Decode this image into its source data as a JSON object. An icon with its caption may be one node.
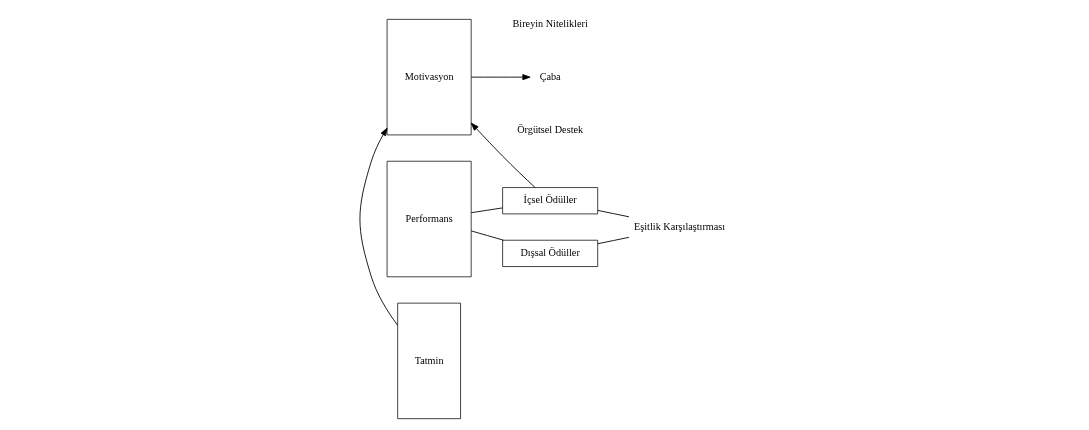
{
  "diagram": {
    "nodes": [
      {
        "text": [
          "Motivasyon"
        ]
      },
      {
        "text": [
          "Çaba"
        ]
      },
      {
        "text": [
          "Performans"
        ]
      },
      {
        "text": [
          "Dışsal Ödüller"
        ]
      },
      {
        "text": [
          "İçsel Ödüller"
        ]
      },
      {
        "text": [
          "Eşitlik Karşılaştırması"
        ]
      },
      {
        "text": [
          "Tatmin"
        ]
      }
    ],
    "edges": [
      {
        "from": 0,
        "to": 1,
        "arrow": "to"
      },
      {
        "from": 2,
        "to": 3,
        "arrow": "none"
      },
      {
        "from": 2,
        "to": 4,
        "arrow": "none"
      },
      {
        "from": 3,
        "to": 5,
        "arrow": "none"
      },
      {
        "from": 4,
        "to": 5,
        "arrow": "none"
      },
      {
        "from": 6,
        "to": 0,
        "arrow": "to"
      },
      {
        "from": 4,
        "to": 0,
        "arrow": "to"
      }
    ],
    "labels": [
      "Bireyin Nitelikleri",
      "Örgütsel Destek"
    ]
  }
}
